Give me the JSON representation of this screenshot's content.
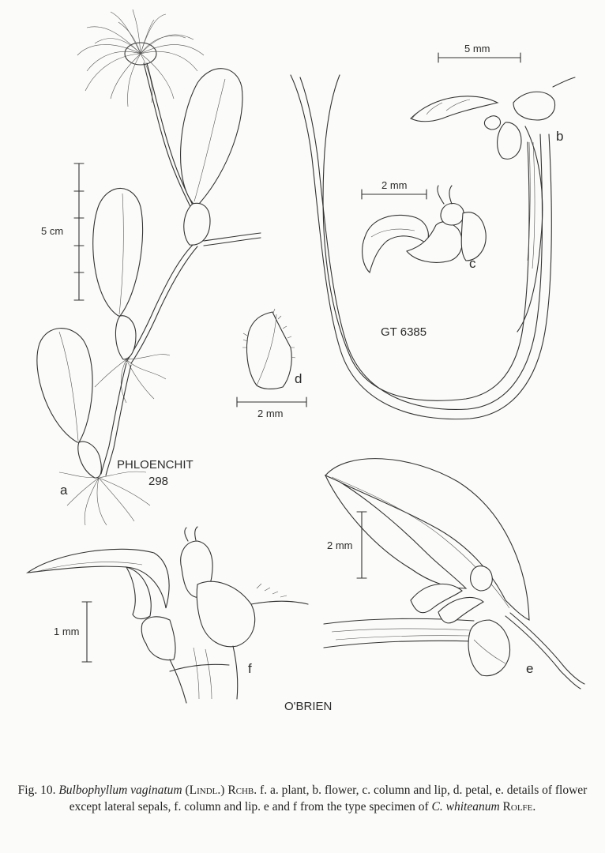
{
  "labels": {
    "a": "a",
    "b": "b",
    "c": "c",
    "d": "d",
    "e": "e",
    "f": "f"
  },
  "scales": {
    "a": "5 cm",
    "b": "5 mm",
    "c": "2 mm",
    "d": "2 mm",
    "e": "2 mm",
    "f": "1 mm"
  },
  "specimens": {
    "phloenchit_name": "PHLOENCHIT",
    "phloenchit_number": "298",
    "gt": "GT 6385",
    "obrien": "O'BRIEN"
  },
  "caption": {
    "fig": "Fig. 10.",
    "genus_species": "Bulbophyllum vaginatum",
    "authority_1": "(Lindl.)",
    "authority_2": "Rchb.",
    "text_1": "f. a. plant, b. flower, c. column and lip, d. petal, e. details of flower except lateral sepals, f. column and lip. e and f from the type specimen of",
    "type_name": "C. whiteanum",
    "type_author": "Rolfe."
  }
}
